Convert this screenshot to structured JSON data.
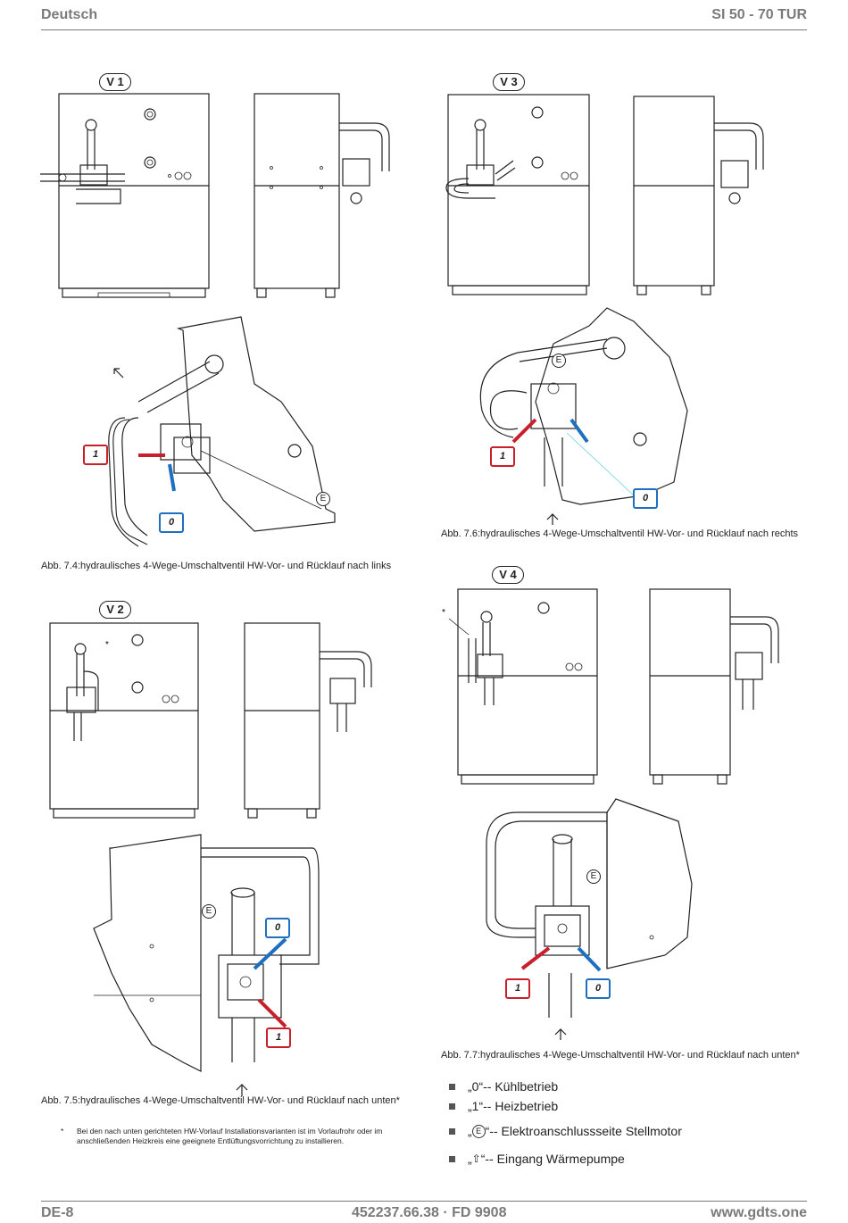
{
  "header": {
    "left": "Deutsch",
    "right": "SI 50 - 70 TUR"
  },
  "footer": {
    "left": "DE-8",
    "center": "452237.66.38 · FD 9908",
    "right": "www.gdts.one"
  },
  "variants": {
    "v1": "V 1",
    "v2": "V 2",
    "v3": "V 3",
    "v4": "V 4"
  },
  "tags": {
    "one": "1",
    "zero": "0",
    "e": "E"
  },
  "captions": {
    "fig74": "Abb. 7.4:hydraulisches 4-Wege-Umschaltventil HW-Vor- und Rücklauf nach links",
    "fig75": "Abb. 7.5:hydraulisches 4-Wege-Umschaltventil HW-Vor- und Rücklauf nach unten*",
    "fig76": "Abb. 7.6:hydraulisches 4-Wege-Umschaltventil HW-Vor- und Rücklauf nach rechts",
    "fig77": "Abb. 7.7:hydraulisches 4-Wege-Umschaltventil HW-Vor- und Rücklauf nach unten*"
  },
  "footnote": {
    "marker": "*",
    "text": "Bei den nach unten gerichteten HW-Vorlauf Installationsvarianten ist im Vorlaufrohr oder im anschließenden Heizkreis eine geeignete Entlüftungsvorrichtung zu installieren."
  },
  "asterisk": "*",
  "legend": [
    {
      "prefix": "„0“",
      "text": " -- Kühlbetrieb"
    },
    {
      "prefix": "„1“",
      "text": " -- Heizbetrieb"
    },
    {
      "prefix": "„",
      "symbol": "E",
      "suffix": "“",
      "text": " -- Elektroanschlussseite Stellmotor"
    },
    {
      "prefix": "„",
      "symbol": "⇧",
      "suffix": "“",
      "text": " -- Eingang Wärmepumpe"
    }
  ],
  "colors": {
    "red": "#c8202a",
    "blue": "#1e6fc0",
    "header_gray": "#7a7a7a"
  }
}
